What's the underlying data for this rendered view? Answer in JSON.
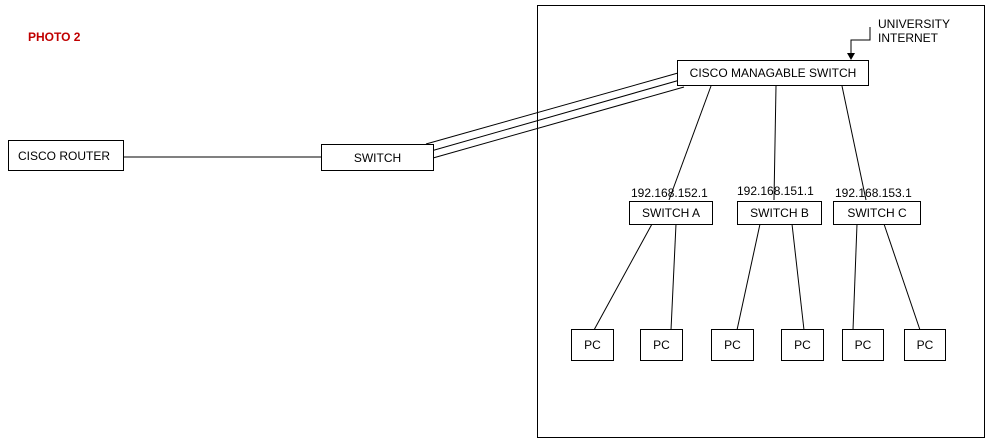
{
  "photo_label": "PHOTO 2",
  "photo_label_color": "#c00000",
  "internet_label": {
    "line1": "UNIVERSITY",
    "line2": "INTERNET"
  },
  "nodes": {
    "router": "CISCO ROUTER",
    "switch": "SWITCH",
    "managed_switch": "CISCO MANAGABLE SWITCH",
    "switch_a": "SWITCH A",
    "switch_b": "SWITCH B",
    "switch_c": "SWITCH C",
    "pc": "PC"
  },
  "ips": {
    "switch_a": "192.168.152.1",
    "switch_b": "192.168.151.1",
    "switch_c": "192.168.153.1"
  }
}
